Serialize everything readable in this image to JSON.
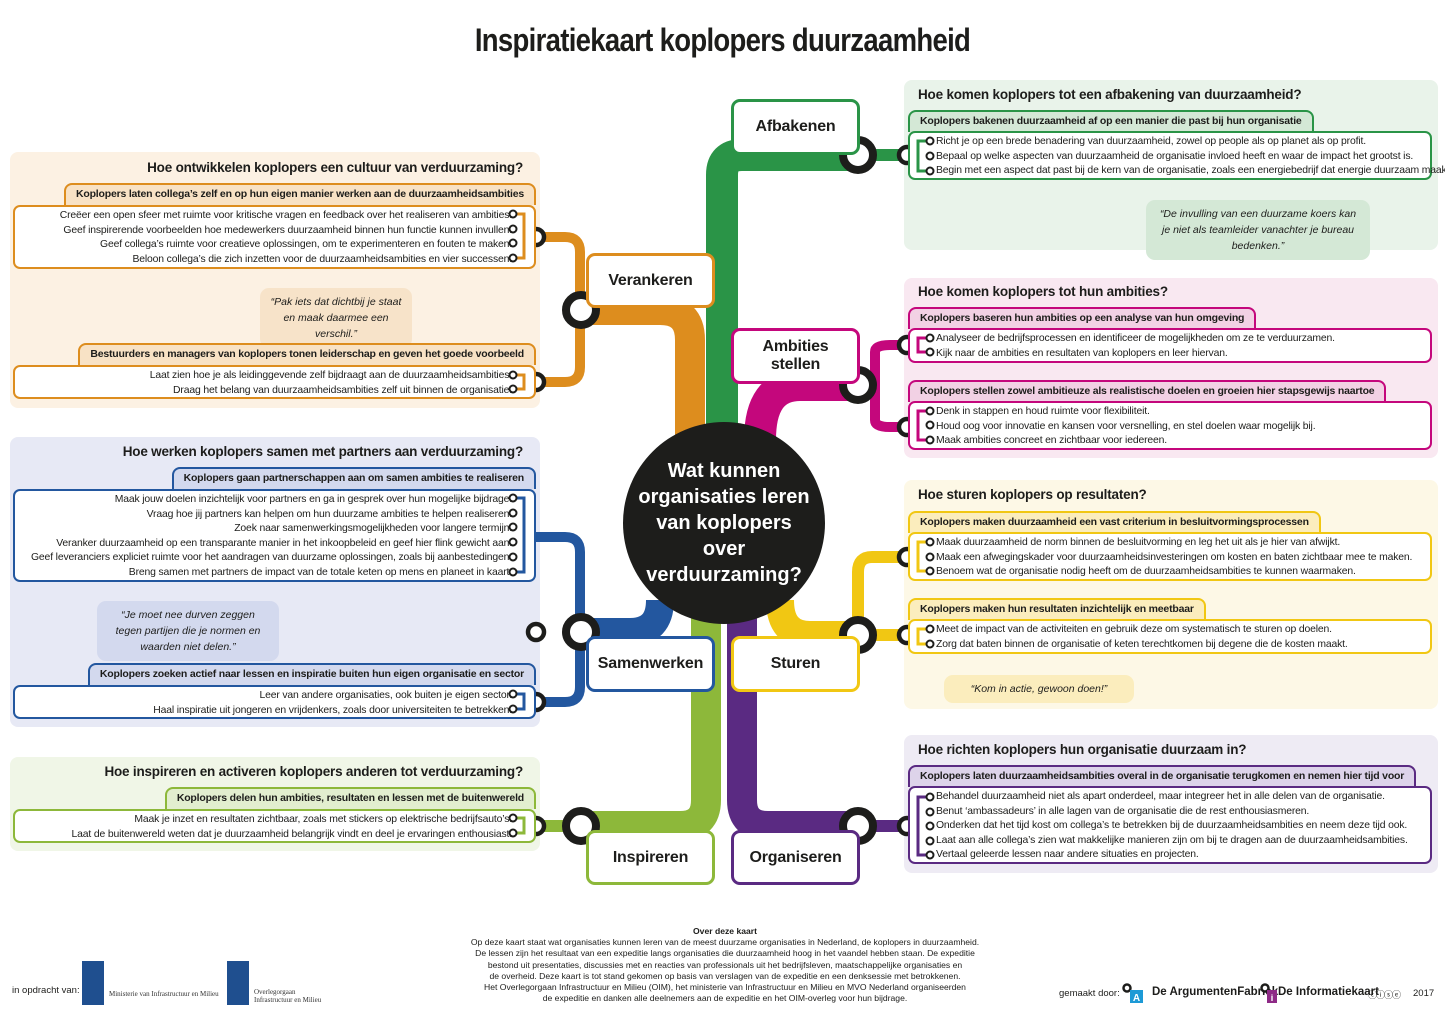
{
  "title": "Inspiratiekaart koplopers duurzaamheid",
  "hub": "Wat kunnen organisaties leren van koplopers over verduurzaming?",
  "colors": {
    "verankeren": "#dd8d1e",
    "samenwerken": "#23579f",
    "inspireren": "#8db83a",
    "afbakenen": "#2a9447",
    "ambities": "#c4077c",
    "sturen": "#f1c713",
    "organiseren": "#5a2a82",
    "hub": "#1d1d1b"
  },
  "stations": {
    "verankeren": "Verankeren",
    "samenwerken": "Samenwerken",
    "inspireren": "Inspireren",
    "afbakenen": "Afbakenen",
    "ambities": "Ambities stellen",
    "sturen": "Sturen",
    "organiseren": "Organiseren"
  },
  "panels": {
    "verankeren": {
      "question": "Hoe ontwikkelen koplopers een cultuur van verduurzaming?",
      "groups": [
        {
          "heading": "Koplopers laten collega’s zelf en op hun eigen manier werken aan de duurzaamheidsambities",
          "items": [
            "Creëer een open sfeer met ruimte voor kritische vragen en feedback over het realiseren van ambities.",
            "Geef inspirerende voorbeelden hoe medewerkers duurzaamheid binnen hun functie kunnen invullen.",
            "Geef collega’s ruimte voor creatieve oplossingen, om te experimenteren en fouten te maken.",
            "Beloon collega’s die zich inzetten voor de duurzaamheidsambities en vier successen."
          ]
        },
        {
          "heading": "Bestuurders en managers van koplopers tonen leiderschap en geven het goede voorbeeld",
          "items": [
            "Laat zien hoe je als leidinggevende zelf bijdraagt aan de duurzaamheidsambities.",
            "Draag het belang van duurzaamheidsambities zelf uit binnen de organisatie."
          ]
        }
      ],
      "quote": "“Pak iets dat dichtbij je staat en maak daarmee een verschil.”"
    },
    "samenwerken": {
      "question": "Hoe werken koplopers samen met partners aan verduurzaming?",
      "groups": [
        {
          "heading": "Koplopers gaan partnerschappen aan om samen ambities te realiseren",
          "items": [
            "Maak jouw doelen inzichtelijk voor partners en ga in gesprek over hun mogelijke bijdrage.",
            "Vraag hoe jij partners kan helpen om hun duurzame ambities te helpen realiseren.",
            "Zoek naar samenwerkingsmogelijkheden voor langere termijn.",
            "Veranker duurzaamheid op een transparante manier in het inkoopbeleid en geef hier flink gewicht aan.",
            "Geef leveranciers expliciet ruimte voor het aandragen van duurzame oplossingen, zoals bij aanbestedingen.",
            "Breng samen met partners de impact van de totale keten op mens en planeet in kaart."
          ]
        },
        {
          "heading": "Koplopers zoeken actief naar lessen en inspiratie buiten hun eigen organisatie en sector",
          "items": [
            "Leer van andere organisaties, ook buiten je eigen sector.",
            "Haal inspiratie uit jongeren en vrijdenkers, zoals door universiteiten te betrekken."
          ]
        }
      ],
      "quote": "“Je moet nee durven zeggen tegen partijen die je normen en waarden niet delen.”"
    },
    "inspireren": {
      "question": "Hoe inspireren en activeren koplopers anderen tot verduurzaming?",
      "groups": [
        {
          "heading": "Koplopers delen hun ambities, resultaten en lessen met de buitenwereld",
          "items": [
            "Maak je inzet en resultaten zichtbaar, zoals met stickers op elektrische bedrijfsauto’s.",
            "Laat de buitenwereld weten dat je duurzaamheid belangrijk vindt en deel je ervaringen enthousiast."
          ]
        }
      ]
    },
    "afbakenen": {
      "question": "Hoe komen koplopers tot een afbakening van duurzaamheid?",
      "groups": [
        {
          "heading": "Koplopers bakenen duurzaamheid af op een manier die past bij hun organisatie",
          "items": [
            "Richt je op een brede benadering van duurzaamheid, zowel op people als op planet als op profit.",
            "Bepaal op welke aspecten van duurzaamheid de organisatie invloed heeft en waar de impact het grootst is.",
            "Begin met een aspect dat past bij de kern van de organisatie, zoals een energiebedrijf dat energie duurzaam maakt."
          ]
        }
      ],
      "quote": "“De invulling van een duurzame koers kan je niet als teamleider vanachter je bureau bedenken.”"
    },
    "ambities": {
      "question": "Hoe komen koplopers tot hun ambities?",
      "groups": [
        {
          "heading": "Koplopers baseren hun ambities op een analyse van hun omgeving",
          "items": [
            "Analyseer de bedrijfsprocessen en identificeer de mogelijkheden om ze te verduurzamen.",
            "Kijk naar de ambities en resultaten van koplopers en leer hiervan."
          ]
        },
        {
          "heading": "Koplopers stellen zowel ambitieuze als realistische doelen en groeien hier stapsgewijs naartoe",
          "items": [
            "Denk in stappen en houd ruimte voor flexibiliteit.",
            "Houd oog voor innovatie en kansen voor versnelling, en stel doelen waar mogelijk bij.",
            "Maak ambities concreet en zichtbaar voor iedereen."
          ]
        }
      ]
    },
    "sturen": {
      "question": "Hoe sturen koplopers op resultaten?",
      "groups": [
        {
          "heading": "Koplopers maken duurzaamheid een vast criterium in besluitvormingsprocessen",
          "items": [
            "Maak duurzaamheid de norm binnen de besluitvorming en leg het uit als je hier van afwijkt.",
            "Maak een afwegingskader voor duurzaamheidsinvesteringen om kosten en baten zichtbaar mee te maken.",
            "Benoem wat de organisatie nodig heeft om de duurzaamheidsambities te kunnen waarmaken."
          ]
        },
        {
          "heading": "Koplopers maken hun resultaten inzichtelijk en meetbaar",
          "items": [
            "Meet de impact van de activiteiten en gebruik deze om systematisch te sturen op doelen.",
            "Zorg dat baten binnen de organisatie of keten terechtkomen bij degene die de kosten maakt."
          ]
        }
      ],
      "quote": "“Kom in actie, gewoon doen!”"
    },
    "organiseren": {
      "question": "Hoe richten koplopers hun organisatie duurzaam in?",
      "groups": [
        {
          "heading": "Koplopers laten duurzaamheidsambities overal in de organisatie terugkomen en nemen hier tijd voor",
          "items": [
            "Behandel duurzaamheid niet als apart onderdeel, maar integreer het in alle delen van de organisatie.",
            "Benut ‘ambassadeurs’ in alle lagen van de organisatie die de rest enthousiasmeren.",
            "Onderken dat het tijd kost om collega’s te betrekken bij de duurzaamheidsambities en neem deze tijd ook.",
            "Laat aan alle collega’s zien wat makkelijke manieren zijn om bij te dragen aan de duurzaamheidsambities.",
            "Vertaal geleerde lessen naar andere situaties en projecten."
          ]
        }
      ]
    }
  },
  "footer": {
    "about_heading": "Over deze kaart",
    "about_lines": [
      "Op deze kaart staat wat organisaties kunnen leren van de meest duurzame organisaties in Nederland, de koplopers in duurzaamheid.",
      "De lessen zijn het resultaat van een expeditie langs organisaties die duurzaamheid hoog in het vaandel hebben staan. De expeditie",
      "bestond uit presentaties, discussies met en reacties van professionals uit het bedrijfsleven, maatschappelijke organisaties en",
      "de overheid. Deze kaart is tot stand gekomen op basis van verslagen van de expeditie en een denksessie met betrokkenen.",
      "Het Overlegorgaan Infrastructuur en Milieu (OIM), het ministerie van Infrastructuur en Milieu en MVO Nederland organiseerden",
      "de expeditie en danken alle deelnemers aan de expeditie en het OIM-overleg voor hun bijdrage."
    ],
    "commissioned_by": "in opdracht van:",
    "logo1": "Ministerie van Infrastructuur en Milieu",
    "logo2_line1": "Overlegorgaan",
    "logo2_line2": "Infrastructuur en Milieu",
    "made_by": "gemaakt door:",
    "brand1": "De ArgumentenFabriek",
    "brand2": "De Informatiekaart",
    "license": "cc by-nc-nd",
    "year": "2017"
  }
}
